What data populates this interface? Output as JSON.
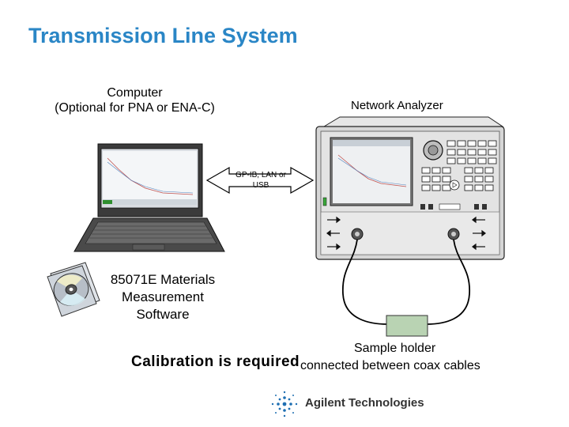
{
  "title": "Transmission Line System",
  "computer": {
    "line1": "Computer",
    "line2": "(Optional for PNA or ENA-C)"
  },
  "analyzer": {
    "label": "Network Analyzer"
  },
  "connection": {
    "line1": "GP-IB, LAN or",
    "line2": "USB"
  },
  "software": {
    "line1": "85071E Materials",
    "line2": "Measurement",
    "line3": "Software"
  },
  "sample": {
    "line1": "Sample holder",
    "line2": "connected between coax cables"
  },
  "calibration": "Calibration is required",
  "logo": {
    "text": "Agilent Technologies"
  },
  "colors": {
    "title": "#2a86c6",
    "sample_holder": "#b9d3b3",
    "screen": "#e9ecef"
  }
}
